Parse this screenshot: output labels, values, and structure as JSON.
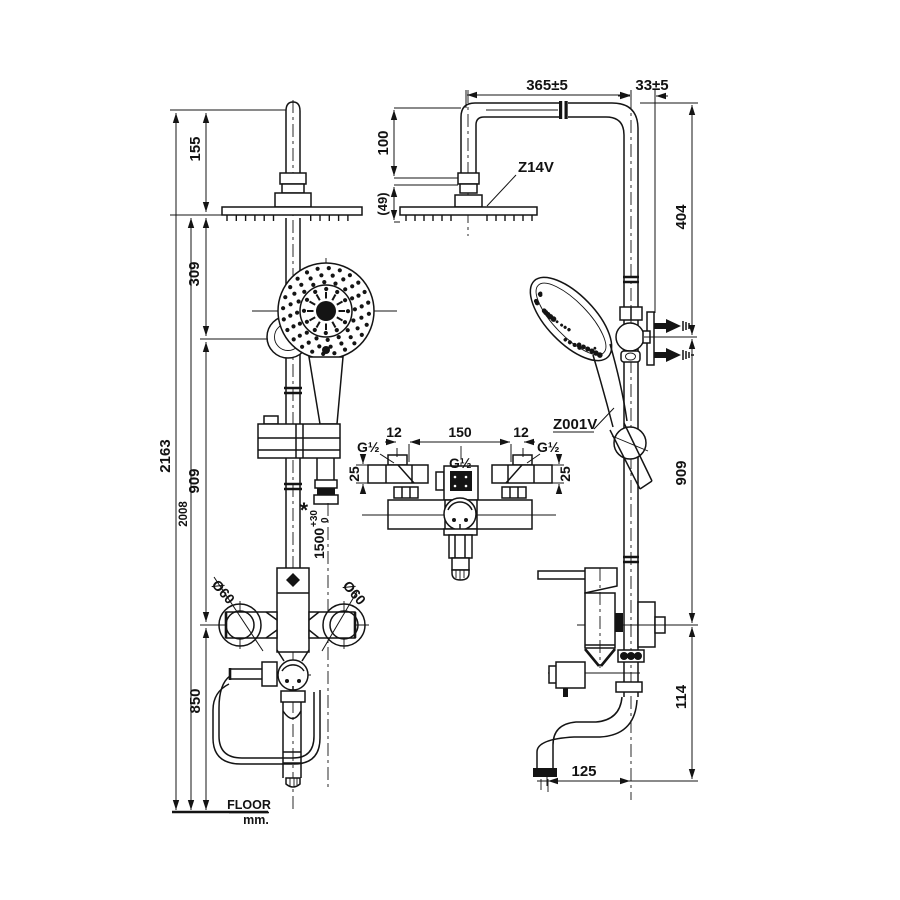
{
  "drawing": {
    "codes": {
      "overhead_shower": "Z14V",
      "hand_shower": "Z001V"
    },
    "floor": {
      "label": "FLOOR",
      "units": "mm."
    },
    "dimensions_front": {
      "pipe_top": "155",
      "head_to_holder": "309",
      "overall_height": "2163",
      "head_height": "2008",
      "bar_length": "909",
      "mixer_height": "850",
      "flange_left_dia": "Ø60",
      "flange_right_dia": "Ø60"
    },
    "dimensions_side": {
      "arm_drop": "100",
      "head_thickness": "(49)",
      "arm_reach": "365±5",
      "top_offset": "33±5",
      "upper_span": "404",
      "mid_span": "909",
      "lower_span": "114",
      "spout_reach": "125"
    },
    "dimensions_valve": {
      "inlet_span": "150",
      "offset_left": "12",
      "offset_right": "12",
      "thread_left": "G½",
      "thread_center": "G½",
      "thread_right": "G½",
      "inlet_height_left": "25",
      "inlet_height_right": "25"
    },
    "hose_note": {
      "mark": "*",
      "length": "1500",
      "tol_upper": "+30",
      "tol_lower": "0"
    }
  }
}
